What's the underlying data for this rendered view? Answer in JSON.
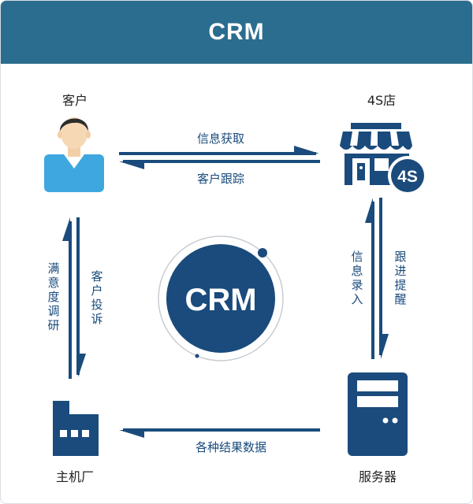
{
  "header": {
    "title": "CRM"
  },
  "center": {
    "label": "CRM"
  },
  "nodes": {
    "customer": "客户",
    "store": "4S店",
    "server": "服务器",
    "oem": "主机厂"
  },
  "store_badge": "4S",
  "flows": {
    "info_acquire": "信息获取",
    "customer_track": "客户跟踪",
    "info_entry": "信息录入",
    "follow_remind": "跟进提醒",
    "results_data": "各种结果数据",
    "customer_complaint": "客户投诉",
    "satisfaction_survey": "满意度调研"
  },
  "colors": {
    "header": "#2b6d8f",
    "primary": "#1a4b7c",
    "person_shirt": "#3fa7e0"
  }
}
